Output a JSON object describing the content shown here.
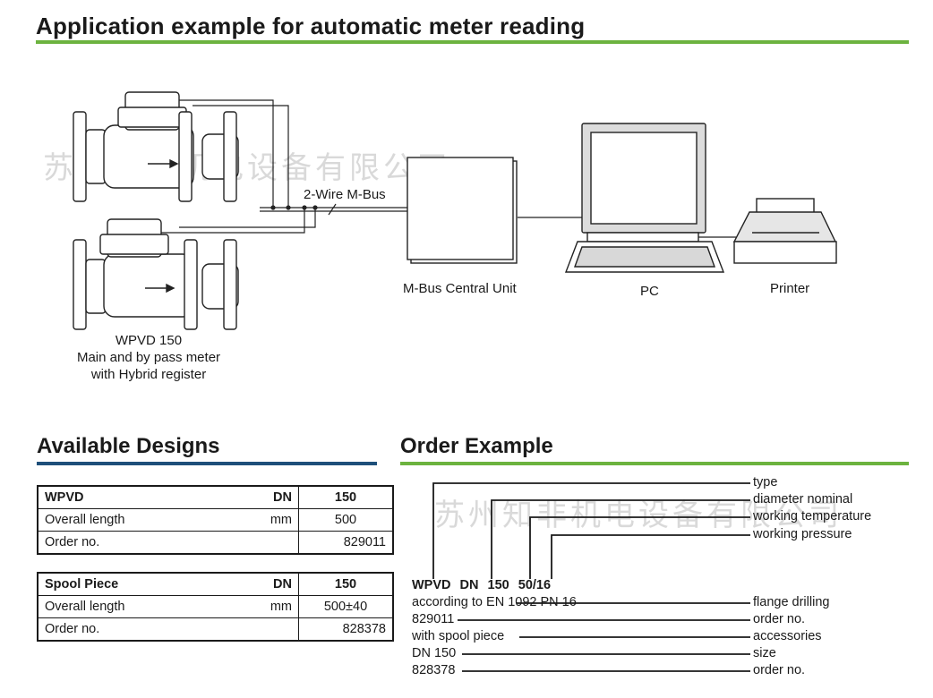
{
  "header": {
    "title": "Application example for automatic meter reading"
  },
  "diagram": {
    "bus_label": "2-Wire M-Bus",
    "central_unit_label": "M-Bus Central Unit",
    "pc_label": "PC",
    "printer_label": "Printer",
    "meter_caption": [
      "WPVD 150",
      "Main and by pass meter",
      "with Hybrid register"
    ]
  },
  "watermark": "苏州知非机电设备有限公司",
  "designs": {
    "title": "Available Designs",
    "table_main": {
      "rows": [
        [
          "WPVD",
          "DN",
          "150"
        ],
        [
          "Overall length",
          "mm",
          "500"
        ],
        [
          "Order no.",
          "",
          "829011"
        ]
      ]
    },
    "table_spool": {
      "rows": [
        [
          "Spool Piece",
          "DN",
          "150"
        ],
        [
          "Overall length",
          "mm",
          "500±40"
        ],
        [
          "Order no.",
          "",
          "828378"
        ]
      ]
    }
  },
  "order_example": {
    "title": "Order Example",
    "code_line": [
      "WPVD",
      "DN",
      "150",
      "50/16"
    ],
    "right_labels": [
      "type",
      "diameter nominal",
      "working temperature",
      "working pressure"
    ],
    "detail_lines": [
      {
        "left": "according to EN 1092  PN 16",
        "right": "flange drilling"
      },
      {
        "left": "829011",
        "right": "order no."
      },
      {
        "left": "with spool piece",
        "right": "accessories"
      },
      {
        "left": "DN 150",
        "right": "size"
      },
      {
        "left": "828378",
        "right": "order no."
      }
    ]
  },
  "colors": {
    "accent_green": "#6cb33f",
    "accent_blue": "#1e4f7a",
    "text": "#1a1a1a"
  }
}
